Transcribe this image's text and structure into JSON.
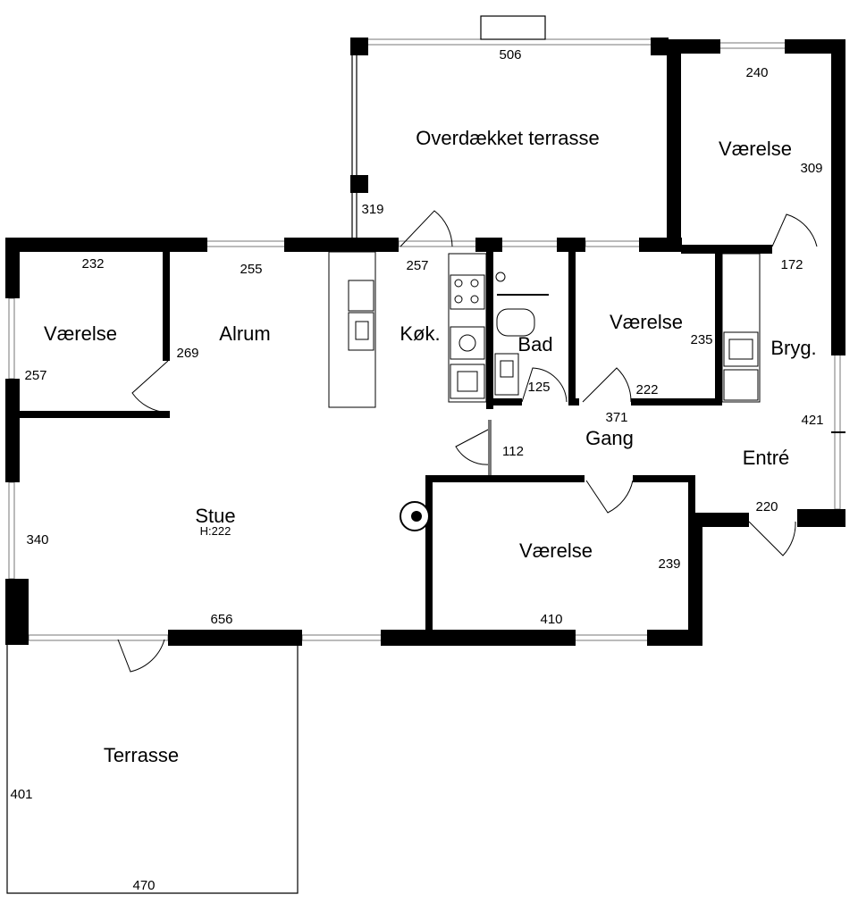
{
  "rooms": {
    "overdaekket_terrasse": "Overdækket terrasse",
    "vaerelse_ne": "Værelse",
    "vaerelse_w": "Værelse",
    "alrum": "Alrum",
    "kok": "Køk.",
    "bad": "Bad",
    "vaerelse_mid": "Værelse",
    "bryg": "Bryg.",
    "gang": "Gang",
    "entre": "Entré",
    "stue": "Stue",
    "stue_height": "H:222",
    "vaerelse_s": "Værelse",
    "terrasse": "Terrasse"
  },
  "dimensions": {
    "d506": "506",
    "d240": "240",
    "d309": "309",
    "d319": "319",
    "d232": "232",
    "d255": "255",
    "d257a": "257",
    "d172": "172",
    "d269": "269",
    "d257b": "257",
    "d235": "235",
    "d125": "125",
    "d222": "222",
    "d371": "371",
    "d421": "421",
    "d112": "112",
    "d220": "220",
    "d340": "340",
    "d239": "239",
    "d656": "656",
    "d410": "410",
    "d401": "401",
    "d470": "470"
  }
}
